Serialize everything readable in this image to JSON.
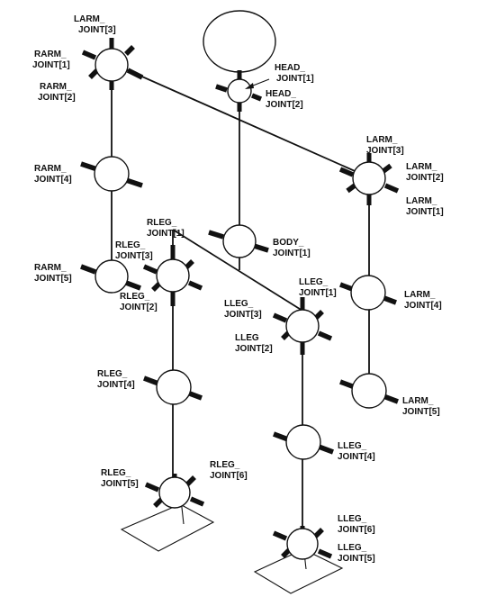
{
  "labels": {
    "larm3_top": [
      "LARM_",
      "JOINT[3]"
    ],
    "rarm1": [
      "RARM_",
      "JOINT[1]"
    ],
    "rarm2": [
      "RARM_",
      "JOINT[2]"
    ],
    "head1": [
      "HEAD_",
      "JOINT[1]"
    ],
    "head2": [
      "HEAD_",
      "JOINT[2]"
    ],
    "larm3": [
      "LARM_",
      "JOINT[3]"
    ],
    "larm2": [
      "LARM_",
      "JOINT[2]"
    ],
    "larm1": [
      "LARM_",
      "JOINT[1]"
    ],
    "rarm4": [
      "RARM_",
      "JOINT[4]"
    ],
    "rleg1": [
      "RLEG_",
      "JOINT[1]"
    ],
    "body1": [
      "BODY_",
      "JOINT[1]"
    ],
    "rleg3": [
      "RLEG_",
      "JOINT[3]"
    ],
    "rarm5": [
      "RARM_",
      "JOINT[5]"
    ],
    "rleg2": [
      "RLEG_",
      "JOINT[2]"
    ],
    "lleg1": [
      "LLEG_",
      "JOINT[1]"
    ],
    "larm4": [
      "LARM_",
      "JOINT[4]"
    ],
    "lleg3": [
      "LLEG_",
      "JOINT[3]"
    ],
    "lleg2": [
      "LLEG",
      "JOINT[2]"
    ],
    "rleg4": [
      "RLEG_",
      "JOINT[4]"
    ],
    "larm5": [
      "LARM_",
      "JOINT[5]"
    ],
    "lleg4": [
      "LLEG_",
      "JOINT[4]"
    ],
    "rleg5": [
      "RLEG_",
      "JOINT[5]"
    ],
    "rleg6": [
      "RLEG_",
      "JOINT[6]"
    ],
    "lleg6": [
      "LLEG_",
      "JOINT[6]"
    ],
    "lleg5": [
      "LLEG_",
      "JOINT[5]"
    ]
  }
}
